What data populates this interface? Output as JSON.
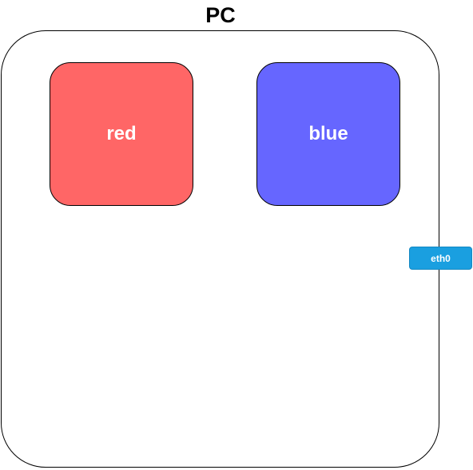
{
  "diagram": {
    "host": {
      "label": "PC"
    },
    "containers": [
      {
        "label": "red",
        "color": "#ff6666"
      },
      {
        "label": "blue",
        "color": "#6666ff"
      }
    ],
    "interface": {
      "label": "eth0",
      "color": "#1a9fe0"
    }
  }
}
